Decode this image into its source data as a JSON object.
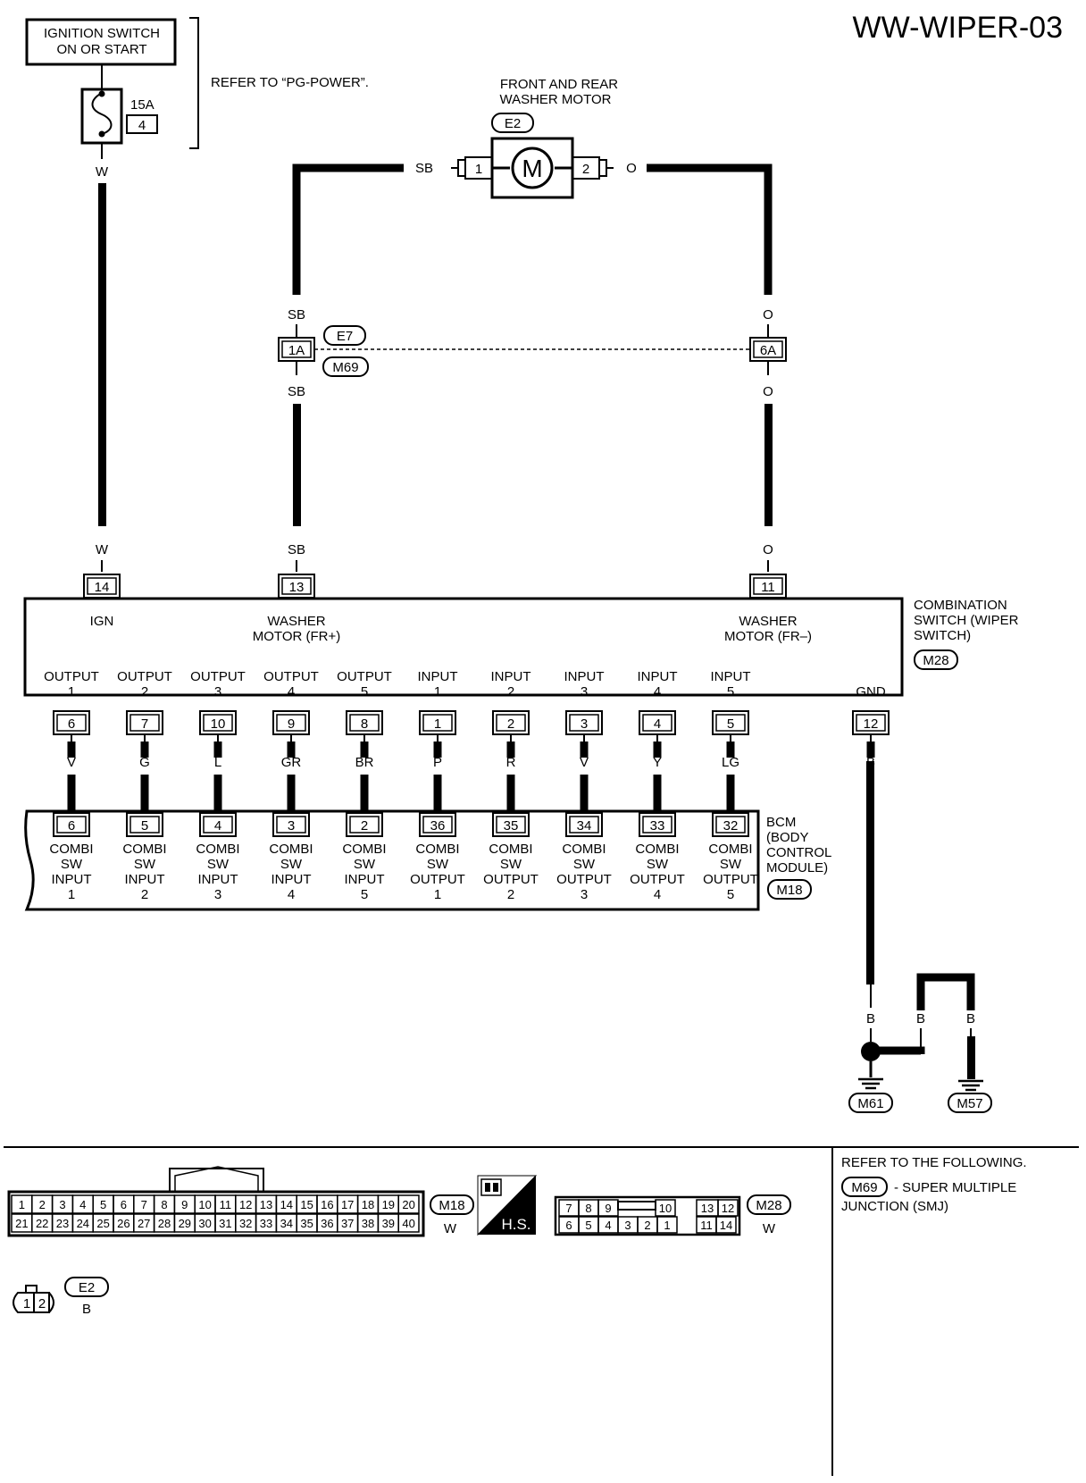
{
  "title": "WW-WIPER-03",
  "power": {
    "box_lines": [
      "IGNITION SWITCH",
      "ON OR START"
    ],
    "fuse_rating": "15A",
    "fuse_number": "4",
    "refer_note": "REFER TO “PG-POWER”.",
    "wire_color": "W"
  },
  "washer_motor": {
    "title_lines": [
      "FRONT AND REAR",
      "WASHER MOTOR"
    ],
    "connector": "E2",
    "symbol": "M",
    "pin_left": "1",
    "pin_right": "2",
    "wire_left": "SB",
    "wire_right": "O"
  },
  "joint_connector": {
    "connector_top": "E7",
    "connector_bottom": "M69",
    "pin_left": "1A",
    "pin_right": "6A",
    "wire_left_upper": "SB",
    "wire_left_lower": "SB",
    "wire_right_upper": "O",
    "wire_right_lower": "O"
  },
  "combination_switch": {
    "label_lines": [
      "COMBINATION",
      "SWITCH (WIPER",
      "SWITCH)"
    ],
    "connector": "M28",
    "top_pins": [
      {
        "pin": "14",
        "wire": "W",
        "label1": "IGN",
        "label2": ""
      },
      {
        "pin": "13",
        "wire": "SB",
        "label1": "WASHER",
        "label2": "MOTOR (FR+)"
      },
      {
        "pin": "11",
        "wire": "O",
        "label1": "WASHER",
        "label2": "MOTOR (FR–)"
      }
    ],
    "bottom_pins": [
      {
        "label1": "OUTPUT",
        "label2": "1",
        "pin": "6",
        "wire": "V"
      },
      {
        "label1": "OUTPUT",
        "label2": "2",
        "pin": "7",
        "wire": "G"
      },
      {
        "label1": "OUTPUT",
        "label2": "3",
        "pin": "10",
        "wire": "L"
      },
      {
        "label1": "OUTPUT",
        "label2": "4",
        "pin": "9",
        "wire": "GR"
      },
      {
        "label1": "OUTPUT",
        "label2": "5",
        "pin": "8",
        "wire": "BR"
      },
      {
        "label1": "INPUT",
        "label2": "1",
        "pin": "1",
        "wire": "P"
      },
      {
        "label1": "INPUT",
        "label2": "2",
        "pin": "2",
        "wire": "R"
      },
      {
        "label1": "INPUT",
        "label2": "3",
        "pin": "3",
        "wire": "V"
      },
      {
        "label1": "INPUT",
        "label2": "4",
        "pin": "4",
        "wire": "Y"
      },
      {
        "label1": "INPUT",
        "label2": "5",
        "pin": "5",
        "wire": "LG"
      }
    ],
    "gnd": {
      "label": "GND",
      "pin": "12",
      "wire": "B"
    }
  },
  "bcm": {
    "label_lines": [
      "BCM",
      "(BODY",
      "CONTROL",
      "MODULE)"
    ],
    "connector": "M18",
    "pins": [
      {
        "pin": "6",
        "lines": [
          "COMBI",
          "SW",
          "INPUT",
          "1"
        ]
      },
      {
        "pin": "5",
        "lines": [
          "COMBI",
          "SW",
          "INPUT",
          "2"
        ]
      },
      {
        "pin": "4",
        "lines": [
          "COMBI",
          "SW",
          "INPUT",
          "3"
        ]
      },
      {
        "pin": "3",
        "lines": [
          "COMBI",
          "SW",
          "INPUT",
          "4"
        ]
      },
      {
        "pin": "2",
        "lines": [
          "COMBI",
          "SW",
          "INPUT",
          "5"
        ]
      },
      {
        "pin": "36",
        "lines": [
          "COMBI",
          "SW",
          "OUTPUT",
          "1"
        ]
      },
      {
        "pin": "35",
        "lines": [
          "COMBI",
          "SW",
          "OUTPUT",
          "2"
        ]
      },
      {
        "pin": "34",
        "lines": [
          "COMBI",
          "SW",
          "OUTPUT",
          "3"
        ]
      },
      {
        "pin": "33",
        "lines": [
          "COMBI",
          "SW",
          "OUTPUT",
          "4"
        ]
      },
      {
        "pin": "32",
        "lines": [
          "COMBI",
          "SW",
          "OUTPUT",
          "5"
        ]
      }
    ]
  },
  "ground": {
    "wire_main": "B",
    "wire_branch1": "B",
    "wire_branch2": "B",
    "ground1": "M61",
    "ground2": "M57"
  },
  "connector_views": {
    "m18": {
      "name": "M18",
      "color": "W",
      "row1": [
        "1",
        "2",
        "3",
        "4",
        "5",
        "6",
        "7",
        "8",
        "9",
        "10",
        "11",
        "12",
        "13",
        "14",
        "15",
        "16",
        "17",
        "18",
        "19",
        "20"
      ],
      "row2": [
        "21",
        "22",
        "23",
        "24",
        "25",
        "26",
        "27",
        "28",
        "29",
        "30",
        "31",
        "32",
        "33",
        "34",
        "35",
        "36",
        "37",
        "38",
        "39",
        "40"
      ]
    },
    "hs_label": "H.S.",
    "m28": {
      "name": "M28",
      "color": "W",
      "row1": [
        "7",
        "8",
        "9",
        "",
        "10",
        "",
        "13",
        "12"
      ],
      "row2": [
        "6",
        "5",
        "4",
        "3",
        "2",
        "1",
        "11",
        "14"
      ]
    },
    "e2": {
      "name": "E2",
      "color": "B",
      "pins": [
        "1",
        "2"
      ]
    }
  },
  "reference": {
    "heading": "REFER TO THE FOLLOWING.",
    "connector": "M69",
    "line1": "- SUPER MULTIPLE",
    "line2": "JUNCTION (SMJ)"
  }
}
